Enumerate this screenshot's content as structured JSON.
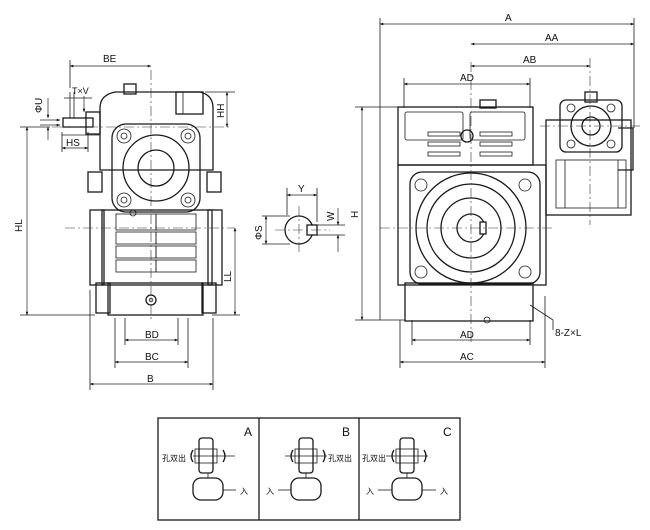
{
  "dimensions": {
    "A": "A",
    "AA": "AA",
    "AB": "AB",
    "AD": "AD",
    "AC": "AC",
    "H": "H",
    "BE": "BE",
    "TxV": "T×V",
    "PhiU": "ΦU",
    "HH": "HH",
    "HS": "HS",
    "HL": "HL",
    "LL": "LL",
    "BD": "BD",
    "BC": "BC",
    "B": "B",
    "Y": "Y",
    "W": "W",
    "PhiS": "ΦS",
    "ZxL": "8-Z×L"
  },
  "mounting_options": [
    {
      "letter": "A",
      "shaft_label": "孔双出",
      "input_label": "入"
    },
    {
      "letter": "B",
      "shaft_label": "孔双出",
      "input_label": "入"
    },
    {
      "letter": "C",
      "shaft_label": "孔双出",
      "input_label": "入"
    }
  ]
}
